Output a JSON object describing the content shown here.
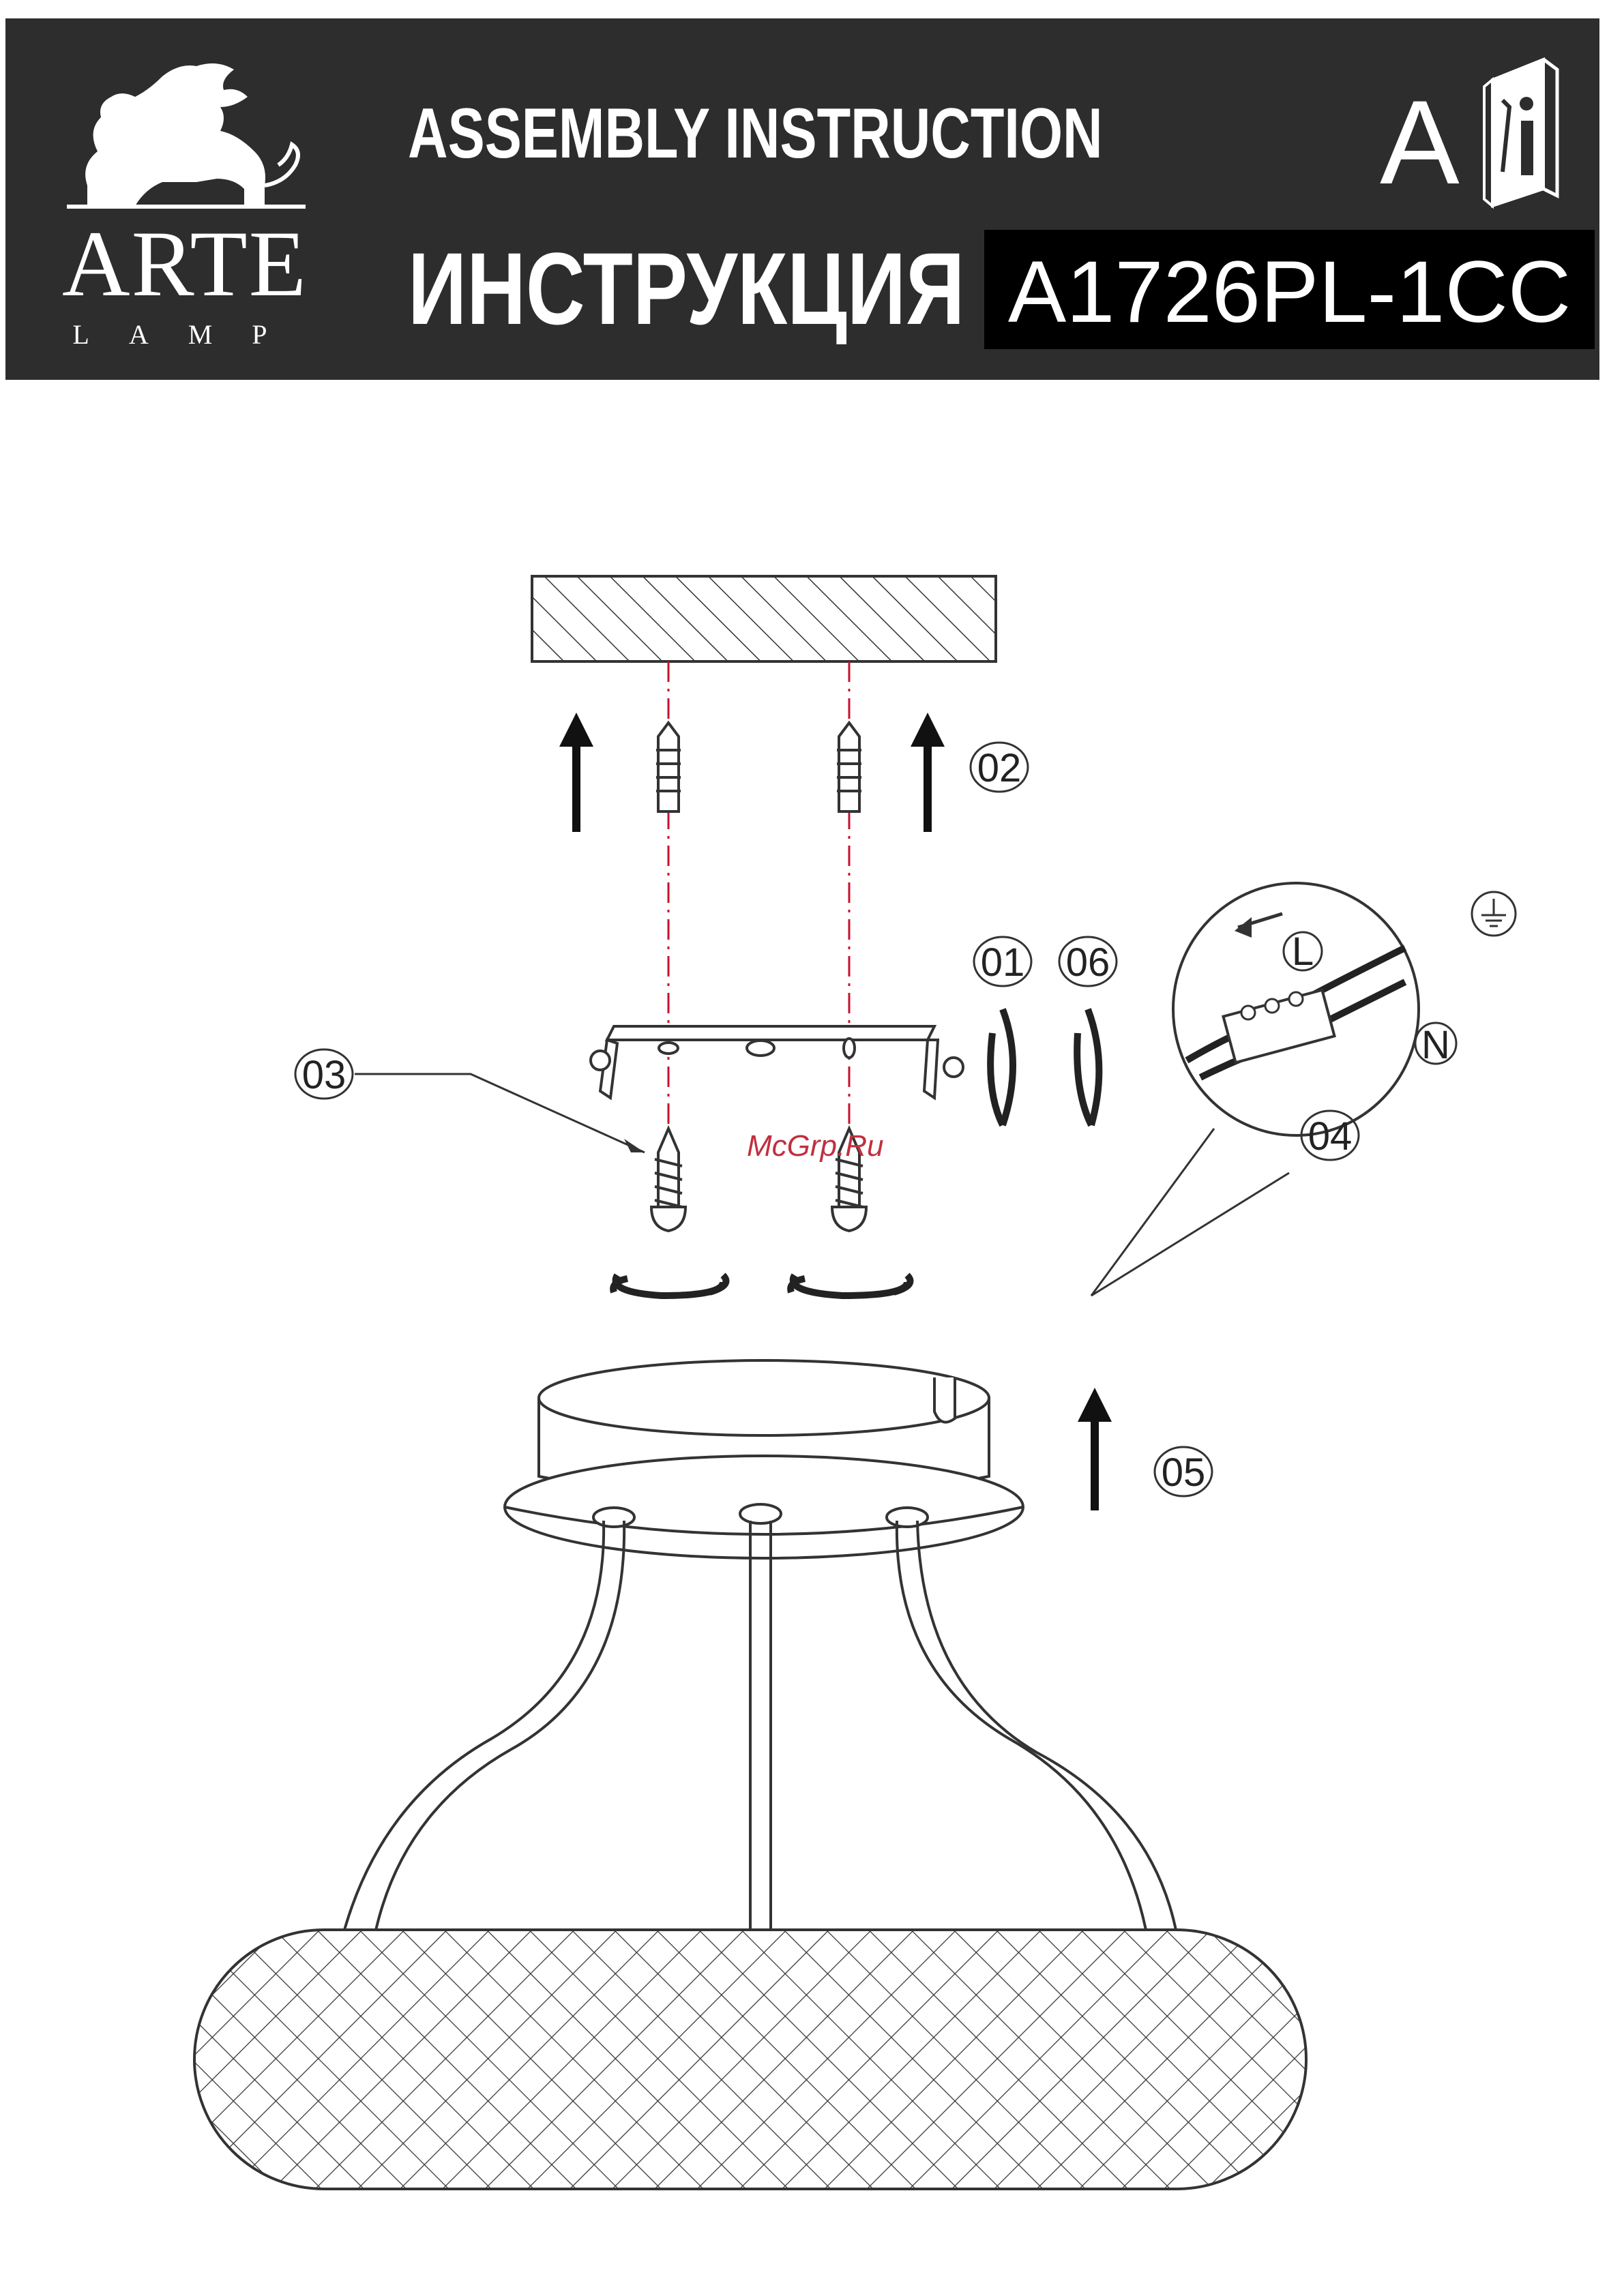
{
  "header": {
    "brand_name": "ARTE",
    "brand_sub": "LAMP",
    "title_en": "ASSEMBLY INSTRUCTION",
    "title_ru": "ИНСТРУКЦИЯ",
    "language_letter": "A",
    "model": "A1726PL-1CC",
    "manual_icon": "manual-info-icon",
    "logo_icon": "griffin-logo-icon"
  },
  "diagram": {
    "labels": {
      "step_01": "01",
      "step_02": "02",
      "step_03": "03",
      "step_04": "04",
      "step_05": "05",
      "step_06": "06",
      "live": "L",
      "neutral": "N"
    },
    "watermark": "McGrp.Ru"
  },
  "colors": {
    "header_bg": "#2d2d2d",
    "model_bg": "#000000",
    "guide_line": "#c8102e"
  }
}
